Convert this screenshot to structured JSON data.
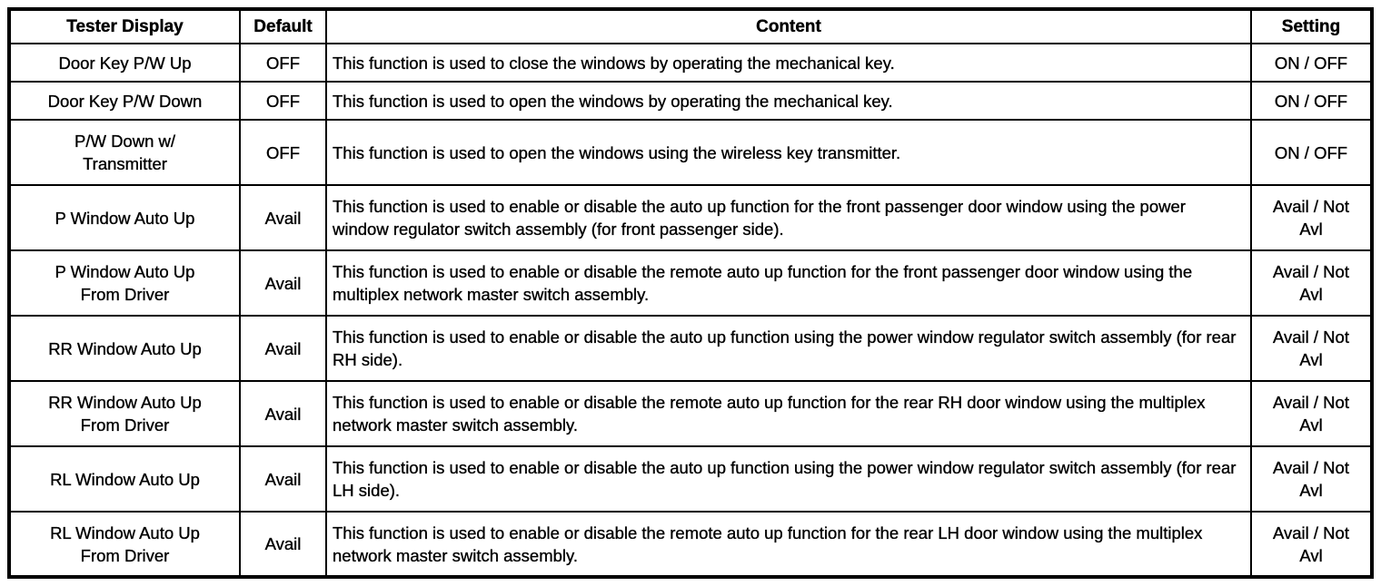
{
  "table": {
    "headers": {
      "tester_display": "Tester Display",
      "default": "Default",
      "content": "Content",
      "setting": "Setting"
    },
    "rows": [
      {
        "display": "Door Key P/W Up",
        "default": "OFF",
        "content": "This function is used to close the windows by operating the mechanical key.",
        "setting": "ON / OFF"
      },
      {
        "display": "Door Key P/W Down",
        "default": "OFF",
        "content": "This function is used to open the windows by operating the mechanical key.",
        "setting": "ON / OFF"
      },
      {
        "display": "P/W Down w/\nTransmitter",
        "default": "OFF",
        "content": "This function is used to open the windows using the wireless key transmitter.",
        "setting": "ON / OFF"
      },
      {
        "display": "P Window Auto Up",
        "default": "Avail",
        "content": "This function is used to enable or disable the auto up function for the front passenger door window using the power window regulator switch assembly (for front passenger side).",
        "setting": "Avail / Not\nAvl"
      },
      {
        "display": "P Window Auto Up\nFrom Driver",
        "default": "Avail",
        "content": "This function is used to enable or disable the remote auto up function for the front passenger door window using the multiplex network master switch assembly.",
        "setting": "Avail / Not\nAvl"
      },
      {
        "display": "RR Window Auto Up",
        "default": "Avail",
        "content": "This function is used to enable or disable the auto up function using the power window regulator switch assembly (for rear RH side).",
        "setting": "Avail / Not\nAvl"
      },
      {
        "display": "RR Window Auto Up\nFrom Driver",
        "default": "Avail",
        "content": "This function is used to enable or disable the remote auto up function for the rear RH door window using the multiplex network master switch assembly.",
        "setting": "Avail / Not\nAvl"
      },
      {
        "display": "RL Window Auto Up",
        "default": "Avail",
        "content": "This function is used to enable or disable the auto up function using the power window regulator switch assembly (for rear LH side).",
        "setting": "Avail / Not\nAvl"
      },
      {
        "display": "RL Window Auto Up\nFrom Driver",
        "default": "Avail",
        "content": "This function is used to enable or disable the remote auto up function for the rear LH door window using the multiplex network master switch assembly.",
        "setting": "Avail / Not\nAvl"
      }
    ]
  }
}
